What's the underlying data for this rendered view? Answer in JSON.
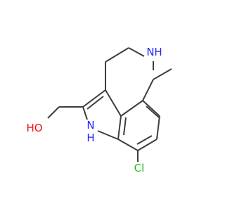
{
  "molecule": {
    "colors": {
      "bond": "#3d3d3d",
      "carbon_text": "#3d3d3d",
      "nitrogen": "#2222ff",
      "oxygen": "#ff0d0d",
      "chlorine": "#1fbf1f"
    },
    "labels": {
      "amine_n": "N",
      "amine_h": "H",
      "indole_n": "N",
      "indole_h": "H",
      "hydroxyl": "HO",
      "chlorine": "Cl"
    }
  }
}
